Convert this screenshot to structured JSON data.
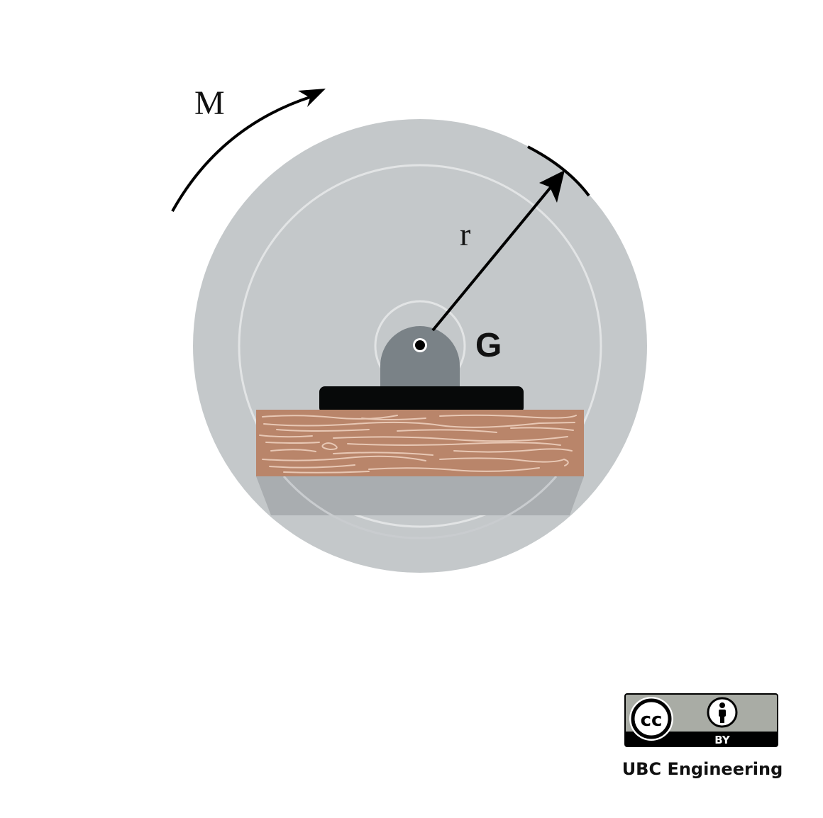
{
  "labels": {
    "moment": "M",
    "radius": "r",
    "center": "G"
  },
  "license": {
    "badge_text": "BY",
    "organization": "UBC Engineering"
  },
  "colors": {
    "disk_outer": "#c4c8ca",
    "disk_ring": "#e2e4e5",
    "hub": "#7a8287",
    "mount_base": "#070909",
    "wood": "#b9856a",
    "wood_grain": "#e8c8b5",
    "shadow": "#a9adb0",
    "arrow": "#000000",
    "badge_bg": "#a9aca5"
  },
  "icons": {
    "cc": "creative-commons-icon",
    "attribution": "attribution-person-icon"
  }
}
